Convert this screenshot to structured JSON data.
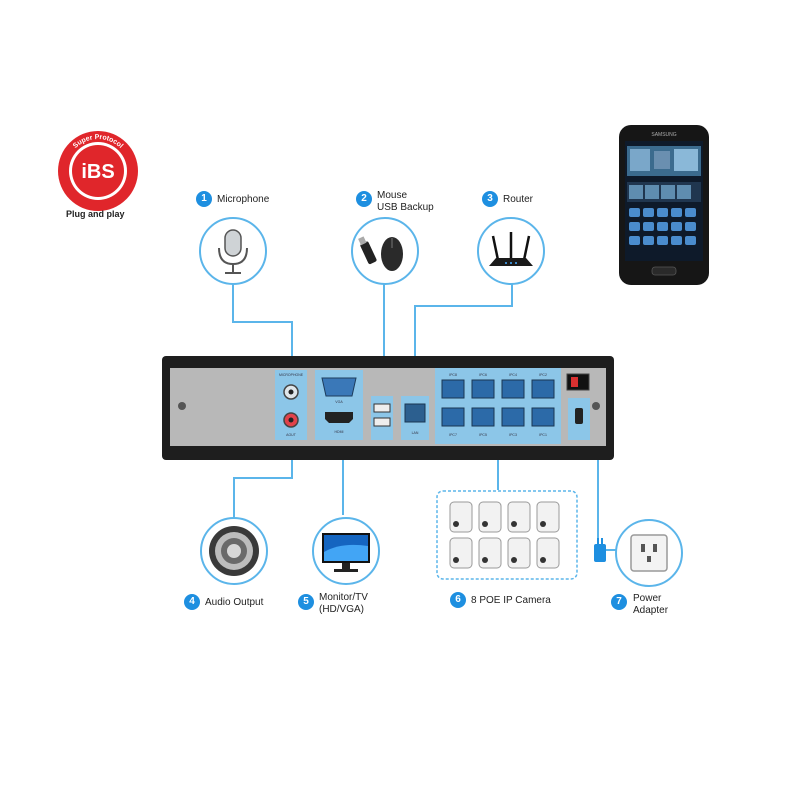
{
  "badge": {
    "logo_text": "iBS",
    "ring_text": "Super Protocol",
    "caption": "Plug and play"
  },
  "devices": [
    {
      "number": "1",
      "label_lines": [
        "Microphone"
      ],
      "icon": "microphone-icon"
    },
    {
      "number": "2",
      "label_lines": [
        "Mouse",
        "USB Backup"
      ],
      "icon": "mouse-icon"
    },
    {
      "number": "3",
      "label_lines": [
        "Router"
      ],
      "icon": "router-icon"
    },
    {
      "number": "4",
      "label_lines": [
        "Audio Output"
      ],
      "icon": "speaker-icon"
    },
    {
      "number": "5",
      "label_lines": [
        "Monitor/TV",
        "(HD/VGA)"
      ],
      "icon": "monitor-icon"
    },
    {
      "number": "6",
      "label_lines": [
        "8 POE IP Camera"
      ],
      "icon": "camera-icon"
    },
    {
      "number": "7",
      "label_lines": [
        "Power",
        "Adapter"
      ],
      "icon": "power-outlet-icon"
    }
  ],
  "nvr": {
    "top_port_labels": [
      "IPC8",
      "IPC6",
      "IPC4",
      "IPC2"
    ],
    "bottom_port_labels": [
      "IPC7",
      "IPC5",
      "IPC3",
      "IPC1"
    ],
    "jack_labels": [
      "MICROPHONE",
      "AOUT"
    ],
    "vga_label": "VGA",
    "hdmi_label": "HDMI",
    "lan_label": "LAN"
  },
  "phone": {
    "brand": "SAMSUNG"
  },
  "colors": {
    "accent": "#1e8fe0",
    "connector_line": "#5bb5ea",
    "port_panel": "#8cc6e8",
    "chassis": "#1e1e1e",
    "rear_panel": "#b8b8b8"
  }
}
